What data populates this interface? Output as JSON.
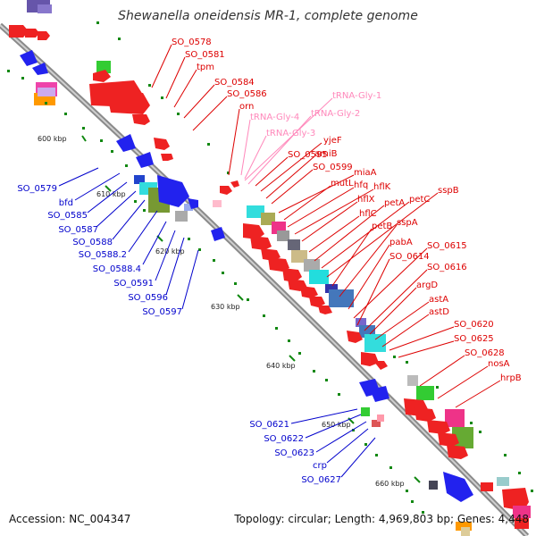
{
  "title": "Shewanella oneidensis MR-1, complete genome",
  "accession": "Accession: NC_004347",
  "summary": "Topology: circular; Length: 4,969,803 bp; Genes: 4,448",
  "colors": {
    "forward_label": "#dd0000",
    "reverse_label": "#0000cc",
    "trna_label": "#ff88bb",
    "backbone": "#888888",
    "tick": "#118811"
  },
  "kbp_marks": [
    "600 kbp",
    "610 kbp",
    "620 kbp",
    "630 kbp",
    "640 kbp",
    "650 kbp",
    "660 kbp"
  ],
  "forward_labels": [
    "SO_0578",
    "SO_0581",
    "tpm",
    "SO_0584",
    "SO_0586",
    "orn",
    "yjeF",
    "SO_0595",
    "amiB",
    "SO_0599",
    "miaA",
    "mutL",
    "hfq",
    "hflK",
    "hflX",
    "hflC",
    "petA",
    "petC",
    "sspB",
    "petB",
    "sspA",
    "pabA",
    "SO_0615",
    "SO_0614",
    "SO_0616",
    "argD",
    "astA",
    "astD",
    "SO_0620",
    "SO_0625",
    "SO_0628",
    "nosA",
    "hrpB"
  ],
  "trna_labels": [
    "tRNA-Gly-1",
    "tRNA-Gly-2",
    "tRNA-Gly-4",
    "tRNA-Gly-3"
  ],
  "reverse_labels": [
    "SO_0579",
    "bfd",
    "SO_0585",
    "SO_0587",
    "SO_0588",
    "SO_0588.2",
    "SO_0588.4",
    "SO_0591",
    "SO_0596",
    "SO_0597",
    "SO_0621",
    "SO_0622",
    "SO_0623",
    "crp",
    "SO_0627"
  ]
}
